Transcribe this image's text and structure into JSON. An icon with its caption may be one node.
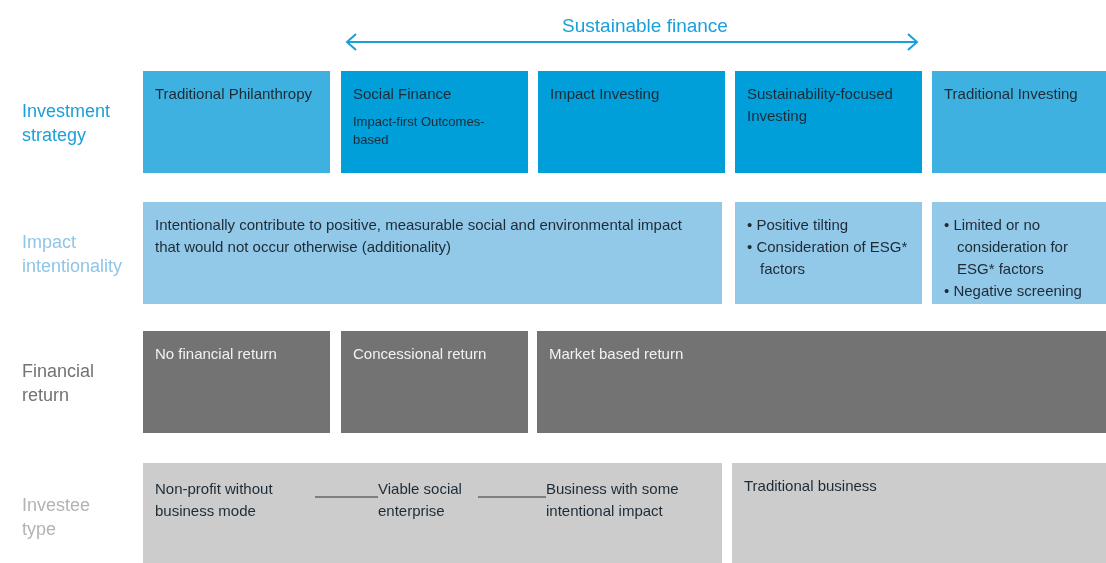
{
  "diagram": {
    "nodes": [
      {
        "text": [
          "Traditional Philanthropy"
        ]
      },
      {
        "text": [
          "Social Finance",
          "Impact-first Outcomes-based"
        ]
      },
      {
        "text": [
          "Impact Investing"
        ]
      },
      {
        "text": [
          "Sustainability-focused Investing"
        ]
      },
      {
        "text": [
          "Traditional Investing"
        ]
      },
      {
        "text": [
          "Intentionally contribute to positive, measurable social and environmental impact that would not occur otherwise (additionality)"
        ]
      },
      {
        "text": [
          "• Positive tilting",
          "• Consideration of ESG* factors"
        ]
      },
      {
        "text": [
          "• Limited or no consideration for ESG* factors",
          "• Negative screening"
        ]
      },
      {
        "text": [
          "No financial return"
        ]
      },
      {
        "text": [
          "Concessional return"
        ]
      },
      {
        "text": [
          "Market based return"
        ]
      },
      {
        "text": [],
        "shape": "box"
      },
      {
        "text": [
          "Non-profit without business mode"
        ],
        "in": 11
      },
      {
        "text": [
          "Viable social enterprise"
        ],
        "in": 11
      },
      {
        "text": [
          "Business with some intentional impact"
        ],
        "in": 11
      },
      {
        "text": [
          "Traditional business"
        ]
      }
    ],
    "edges": [
      {
        "from": 12,
        "to": 13,
        "arrow": "none"
      },
      {
        "from": 13,
        "to": 14,
        "arrow": "none"
      }
    ],
    "labels": [
      "Sustainable finance",
      "Investment strategy",
      "Impact intentionality",
      "Financial return",
      "Investee type"
    ]
  }
}
